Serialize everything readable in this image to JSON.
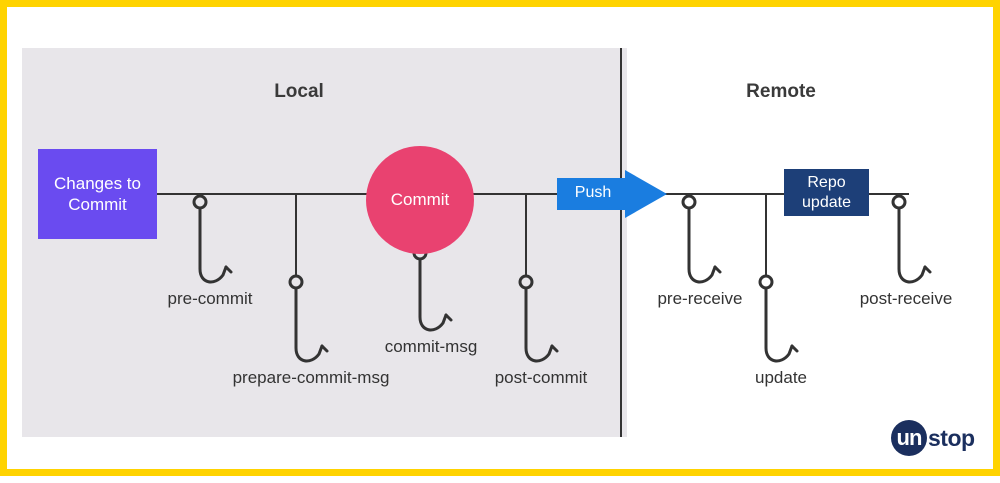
{
  "sections": {
    "local": "Local",
    "remote": "Remote"
  },
  "nodes": {
    "changes": "Changes to Commit",
    "commit": "Commit",
    "push": "Push",
    "repo_update": "Repo update"
  },
  "hooks": {
    "pre_commit": "pre-commit",
    "prepare_commit_msg": "prepare-commit-msg",
    "commit_msg": "commit-msg",
    "post_commit": "post-commit",
    "pre_receive": "pre-receive",
    "update": "update",
    "post_receive": "post-receive"
  },
  "logo": {
    "text": "unstop"
  },
  "colors": {
    "border": "#ffd300",
    "local_panel": "#e8e6ea",
    "changes_box": "#6a4bf0",
    "commit_circle": "#e94270",
    "push_arrow": "#1a7de0",
    "repo_box": "#1d3f78",
    "hook": "#333333"
  },
  "icons": [
    "hook-icon",
    "arrow-right-icon",
    "unstop-logo"
  ]
}
